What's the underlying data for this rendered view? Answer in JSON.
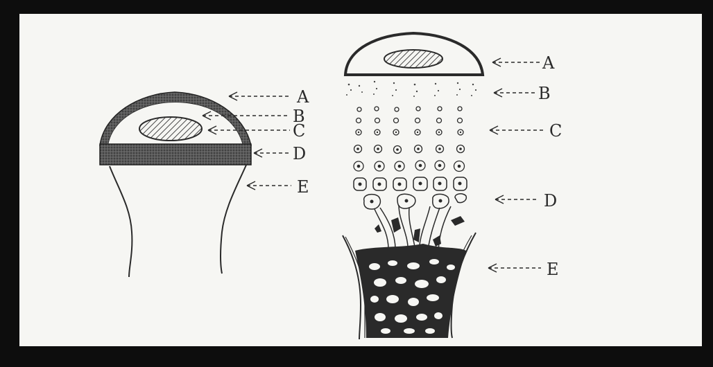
{
  "left_diagram": {
    "labels": [
      {
        "id": "A",
        "text": "A"
      },
      {
        "id": "B",
        "text": "B"
      },
      {
        "id": "C",
        "text": "C"
      },
      {
        "id": "D",
        "text": "D"
      },
      {
        "id": "E",
        "text": "E"
      }
    ]
  },
  "right_diagram": {
    "labels": [
      {
        "id": "A",
        "text": "A"
      },
      {
        "id": "B",
        "text": "B"
      },
      {
        "id": "C",
        "text": "C"
      },
      {
        "id": "D",
        "text": "D"
      },
      {
        "id": "E",
        "text": "E"
      }
    ]
  },
  "colors": {
    "ink": "#2a2a2a",
    "paper": "#f6f6f3",
    "border": "#0d0d0d"
  }
}
